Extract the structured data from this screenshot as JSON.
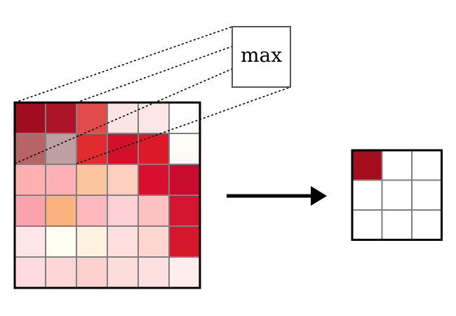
{
  "op_label": "max",
  "input_grid": {
    "cells": [
      [
        "#a00d20",
        "#ac1527",
        "#e24b4c",
        "#fde4e4",
        "#fbe6e8",
        "#fefefe"
      ],
      [
        "#b86464",
        "#bea0a2",
        "#e12b2e",
        "#d40f2a",
        "#dc1a28",
        "#fffcf5"
      ],
      [
        "#feb0b0",
        "#fdb0b6",
        "#fdc4a0",
        "#fdcfbf",
        "#d8102e",
        "#c80b2f"
      ],
      [
        "#fba2aa",
        "#fcb27c",
        "#feb8be",
        "#fdd0d6",
        "#fdc1c1",
        "#d41530"
      ],
      [
        "#ffe6e8",
        "#fffef3",
        "#fff2df",
        "#ffe0de",
        "#fdd7cf",
        "#d5172b"
      ],
      [
        "#ffdae0",
        "#ffd6d6",
        "#fdd0d0",
        "#fddcdc",
        "#fde0e1",
        "#ffedee"
      ]
    ],
    "highlight_window": {
      "row": 0,
      "col": 0,
      "size": 2
    }
  },
  "output_grid": {
    "cells": [
      [
        "#a30d1e",
        "#ffffff",
        "#ffffff"
      ],
      [
        "#ffffff",
        "#ffffff",
        "#ffffff"
      ],
      [
        "#ffffff",
        "#ffffff",
        "#ffffff"
      ]
    ]
  },
  "colors": {
    "grid_line": "#808080",
    "border": "#000000",
    "arrow": "#000000"
  }
}
